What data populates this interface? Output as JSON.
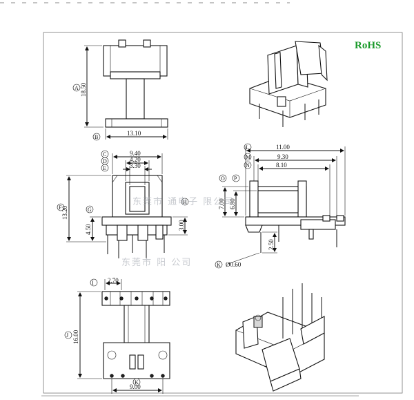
{
  "badge": "RoHS",
  "watermark": {
    "company_line": "东莞市 通电子 限公司",
    "partial_line": "东莞市 阳 公司"
  },
  "view_top_left": {
    "circles": [
      "A",
      "B"
    ],
    "dims": [
      "18.50",
      "13.10"
    ]
  },
  "view_middle_left": {
    "circles": [
      "C",
      "D",
      "E",
      "F",
      "G",
      "H"
    ],
    "dims": [
      "9.40",
      "4.20",
      "3.30",
      "13.20",
      "4.50",
      "3.00"
    ]
  },
  "view_middle_right": {
    "circles": [
      "L",
      "M",
      "N",
      "O",
      "P",
      "K"
    ],
    "dims": [
      "11.00",
      "9.30",
      "8.10",
      "7.00",
      "6.80",
      "2.50",
      "Ø0.60"
    ]
  },
  "view_bottom_left": {
    "circles": [
      "I",
      "J",
      "K"
    ],
    "dims": [
      "2.70",
      "16.00",
      "9.00"
    ]
  },
  "colors": {
    "rohs": "#1a9a2a",
    "line": "#111111",
    "watermark": "#9aa0aa"
  }
}
